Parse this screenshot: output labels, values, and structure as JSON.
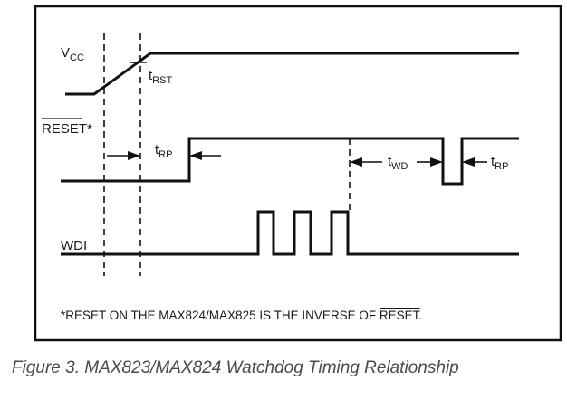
{
  "signals": {
    "vcc": {
      "main": "V",
      "sub": "CC"
    },
    "reset": {
      "main": "RESET",
      "suffix": "*"
    },
    "wdi": {
      "main": "WDI"
    }
  },
  "timings": {
    "t_rst": {
      "main": "t",
      "sub": "RST"
    },
    "t_rp_1": {
      "main": "t",
      "sub": "RP"
    },
    "t_wd": {
      "main": "t",
      "sub": "WD"
    },
    "t_rp_2": {
      "main": "t",
      "sub": "RP"
    }
  },
  "footnote": {
    "prefix": "*RESET ON THE MAX824/MAX825 IS THE INVERSE OF ",
    "overbar_word": "RESET",
    "suffix": "."
  },
  "caption": "Figure 3. MAX823/MAX824 Watchdog Timing Relationship"
}
